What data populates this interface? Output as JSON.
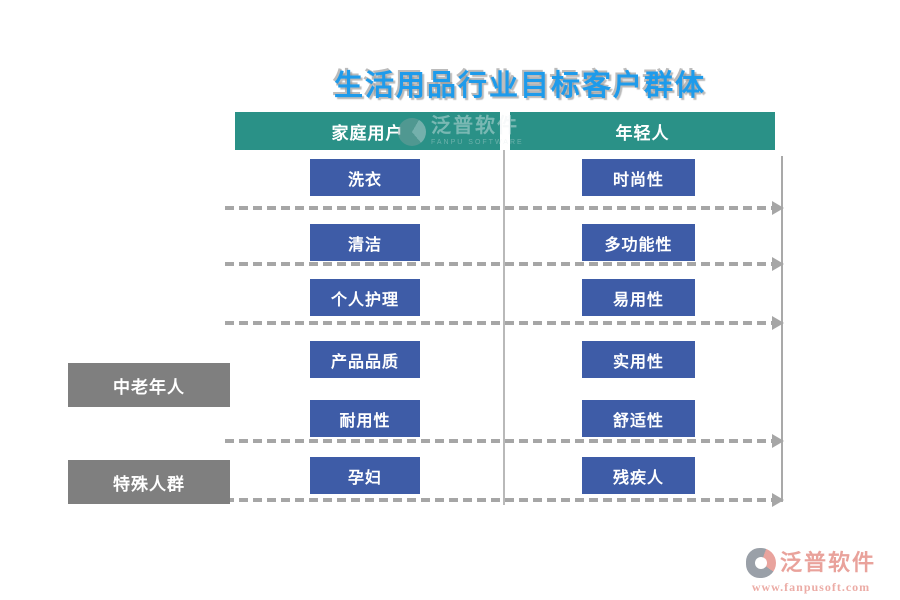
{
  "title": "生活用品行业目标客户群体",
  "columns": {
    "family": {
      "header": "家庭用户",
      "boxes": [
        "洗衣",
        "清洁",
        "个人护理",
        "产品品质",
        "耐用性",
        "孕妇"
      ]
    },
    "young": {
      "header": "年轻人",
      "boxes": [
        "时尚性",
        "多功能性",
        "易用性",
        "实用性",
        "舒适性",
        "残疾人"
      ]
    }
  },
  "side_labels": [
    "中老年人",
    "特殊人群"
  ],
  "watermark": {
    "name": "泛普软件",
    "subtitle": "FANPU SOFTWARE"
  },
  "footer": {
    "brand": "泛普软件",
    "url": "www.fanpusoft.com"
  },
  "colors": {
    "title_blue": "#1E9BEB",
    "header_teal": "#2A9187",
    "feature_box_blue": "#3E5CA7",
    "side_box_gray": "#7F7F7F",
    "dashed_line_gray": "#A6A6A6",
    "brand_salmon": "#E9A29B"
  }
}
